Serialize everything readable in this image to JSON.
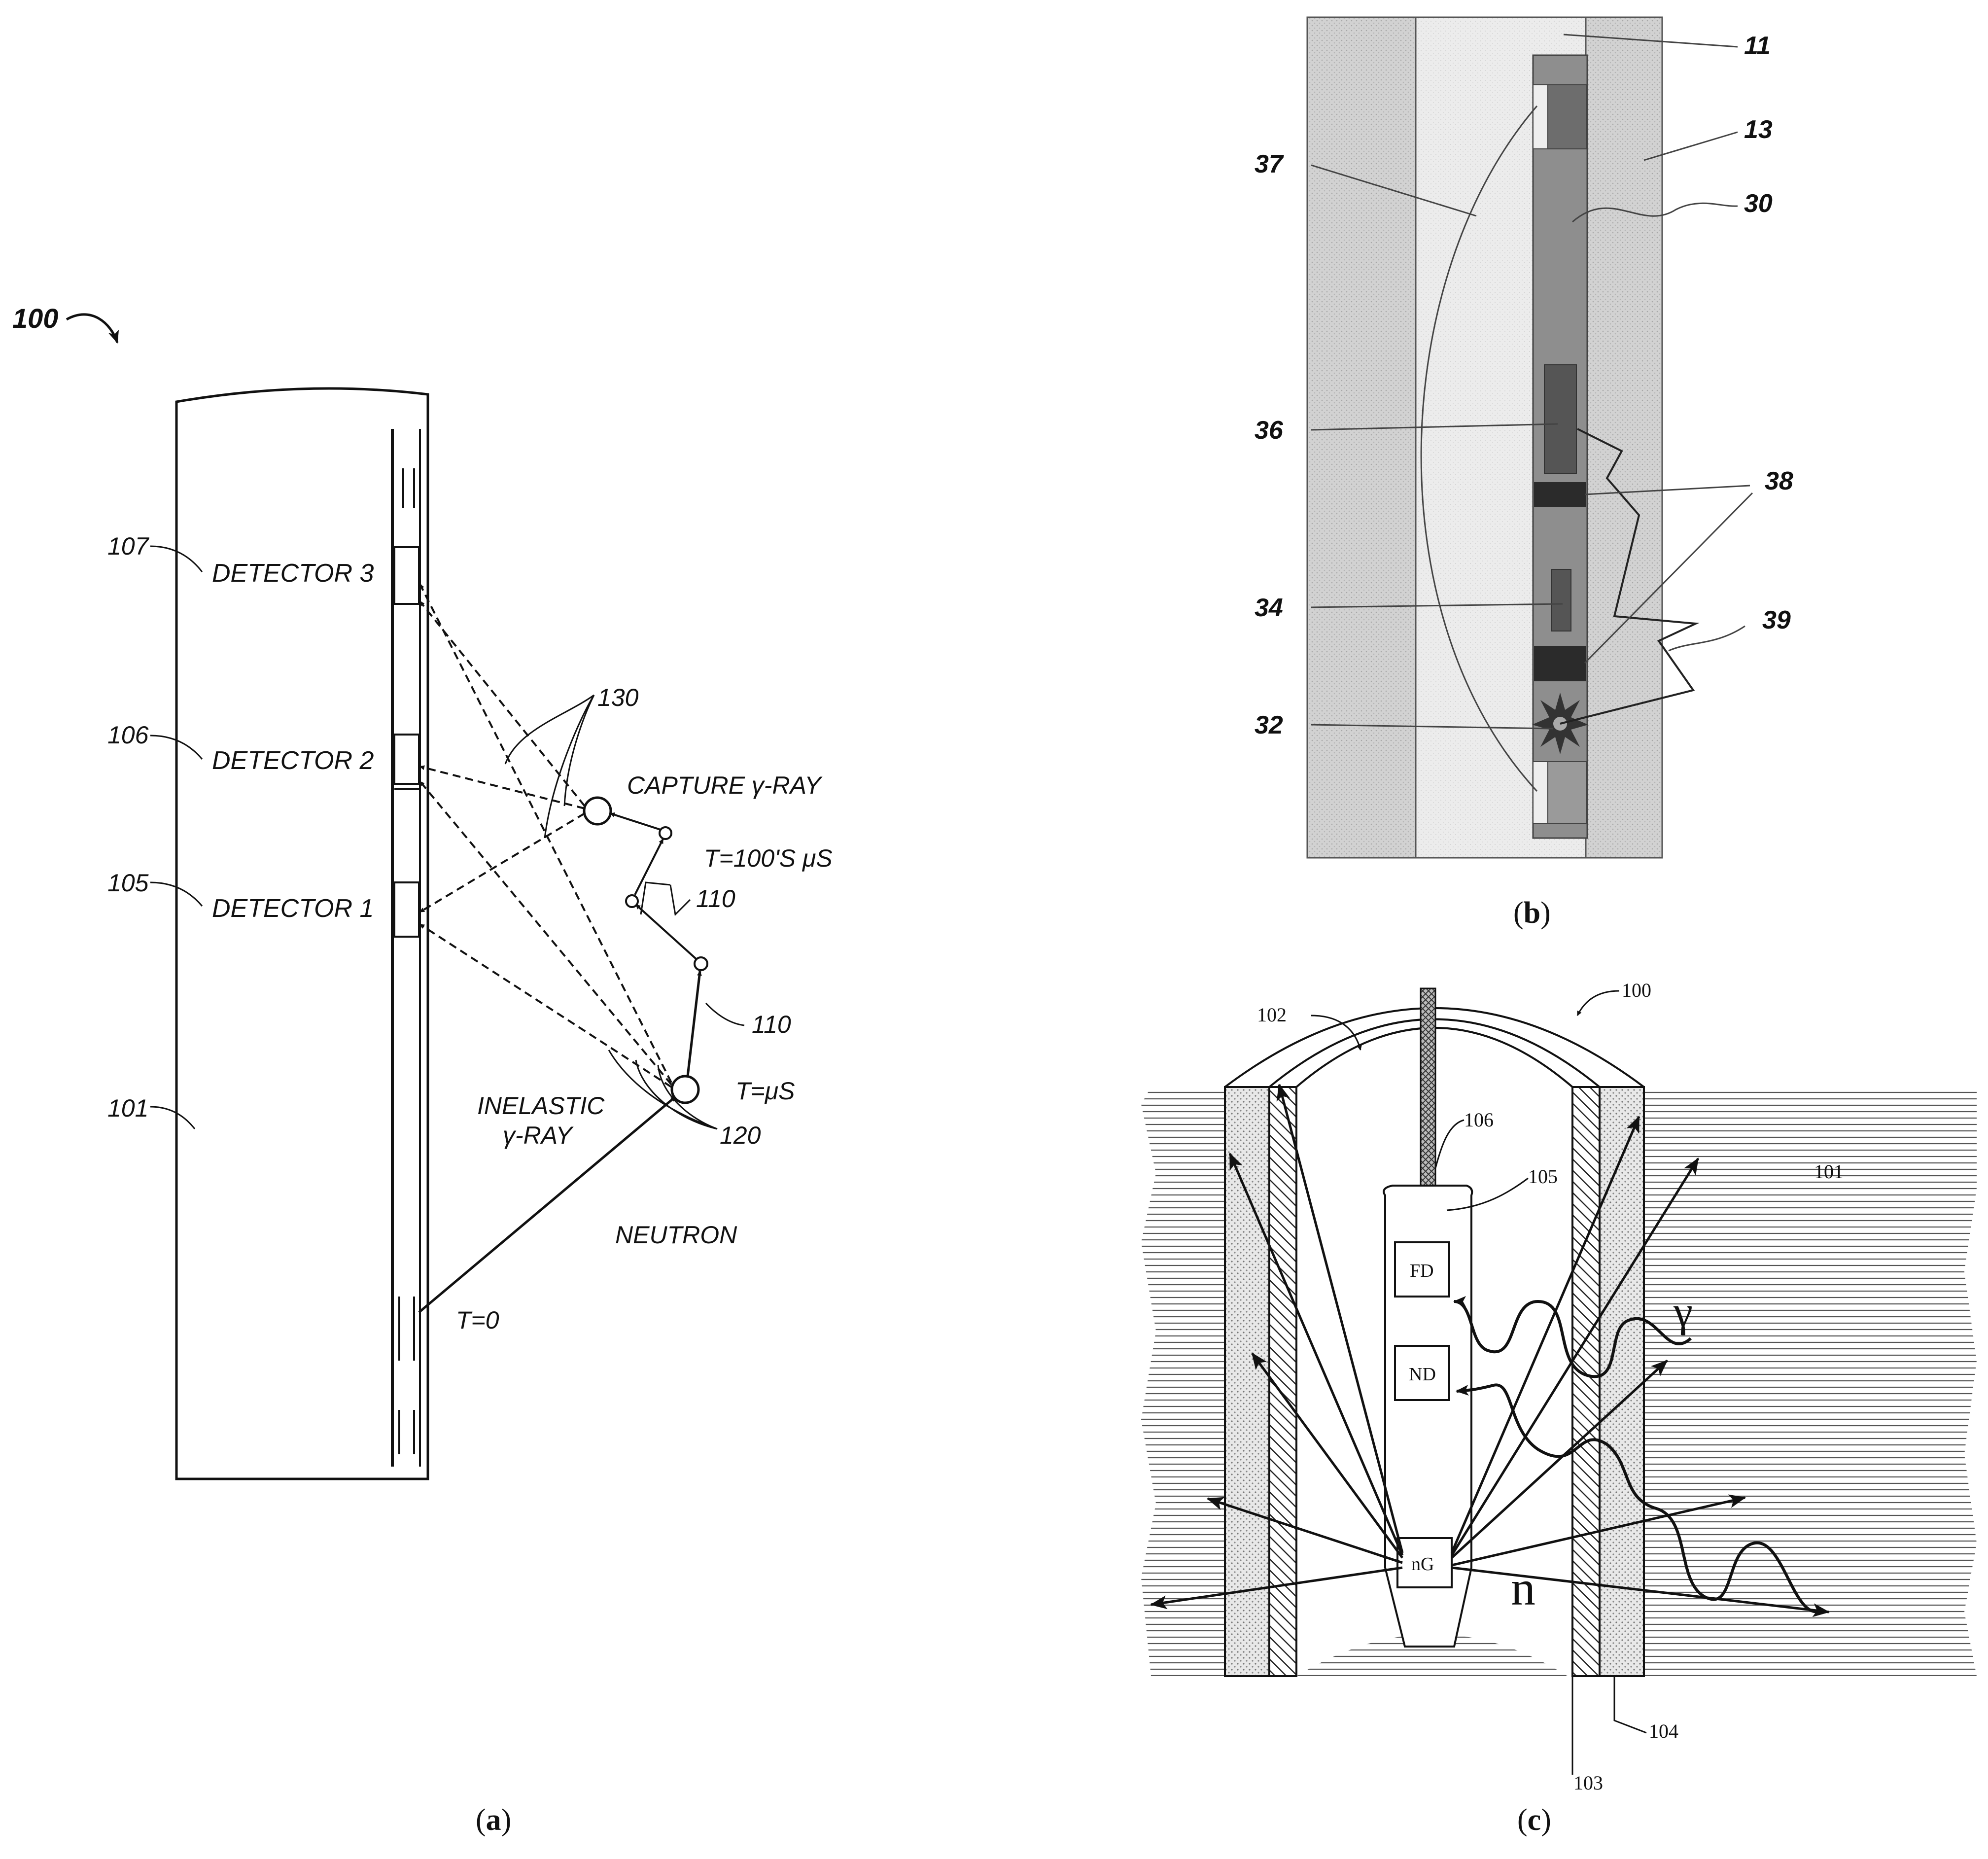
{
  "figure": {
    "panel_a": {
      "caption_open": "(",
      "caption_letter": "a",
      "caption_close": ")",
      "ref_100": "100",
      "ref_107": "107",
      "ref_106": "106",
      "ref_105": "105",
      "ref_101": "101",
      "detector_3": "DETECTOR 3",
      "detector_2": "DETECTOR 2",
      "detector_1": "DETECTOR 1",
      "ref_130": "130",
      "capture_label": "CAPTURE γ-RAY",
      "time_100s": "T=100'S μS",
      "ref_110a": "110",
      "ref_110b": "110",
      "inelastic_line1": "INELASTIC",
      "inelastic_line2": "γ-RAY",
      "time_us": "T=μS",
      "ref_120": "120",
      "neutron_label": "NEUTRON",
      "time_zero": "T=0"
    },
    "panel_b": {
      "caption_open": "(",
      "caption_letter": "b",
      "caption_close": ")",
      "ref_11": "11",
      "ref_13": "13",
      "ref_37": "37",
      "ref_30": "30",
      "ref_36": "36",
      "ref_38": "38",
      "ref_34": "34",
      "ref_39": "39",
      "ref_32": "32"
    },
    "panel_c": {
      "caption_open": "(",
      "caption_letter": "c",
      "caption_close": ")",
      "ref_100": "100",
      "ref_102": "102",
      "ref_106": "106",
      "ref_105": "105",
      "ref_101": "101",
      "fd_label": "FD",
      "nd_label": "ND",
      "ng_label": "nG",
      "gamma_symbol": "γ",
      "neutron_symbol": "n",
      "ref_103": "103",
      "ref_104": "104"
    }
  }
}
